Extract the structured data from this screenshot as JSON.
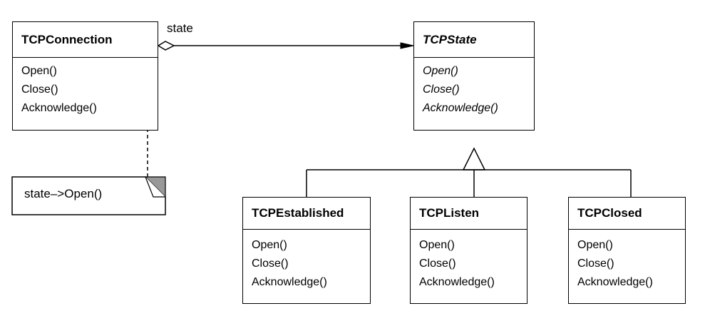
{
  "tcp_connection": {
    "name": "TCPConnection",
    "ops": [
      "Open()",
      "Close()",
      "Acknowledge()"
    ]
  },
  "tcp_state": {
    "name": "TCPState",
    "ops": [
      "Open()",
      "Close()",
      "Acknowledge()"
    ]
  },
  "association_label": "state",
  "note_text": "state–>Open()",
  "tcp_established": {
    "name": "TCPEstablished",
    "ops": [
      "Open()",
      "Close()",
      "Acknowledge()"
    ]
  },
  "tcp_listen": {
    "name": "TCPListen",
    "ops": [
      "Open()",
      "Close()",
      "Acknowledge()"
    ]
  },
  "tcp_closed": {
    "name": "TCPClosed",
    "ops": [
      "Open()",
      "Close()",
      "Acknowledge()"
    ]
  }
}
